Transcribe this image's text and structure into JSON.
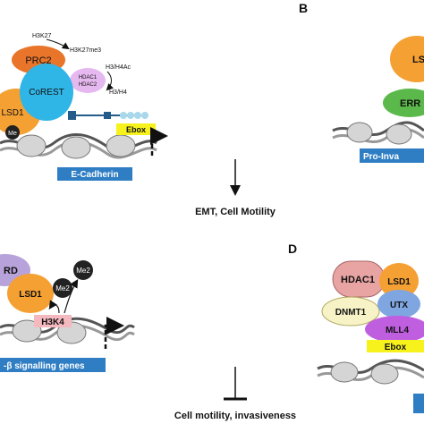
{
  "panel_b": {
    "letter": "B"
  },
  "panel_d": {
    "letter": "D"
  },
  "panel_a": {
    "h3k27": "H3K27",
    "h3k27me3": "H3K27me3",
    "prc2": "PRC2",
    "h3h4ac": "H3/H4Ac",
    "hdac1": "HDAC1",
    "hdac2": "HDAC2",
    "h3h4": "H3/H4",
    "corest": "CoREST",
    "lsd1": "LSD1",
    "me": "Me",
    "ebox": "Ebox",
    "gene": "E-Cadherin"
  },
  "panel_b_content": {
    "lsd": "LS",
    "err": "ERR",
    "pro_inv": "Pro-Inva"
  },
  "panel_c": {
    "rd": "RD",
    "lsd1": "LSD1",
    "me2_top": "Me2",
    "me2_bottom": "Me2",
    "h3k4": "H3K4",
    "genes": "-β signalling genes"
  },
  "panel_d_content": {
    "hdac1": "HDAC1",
    "lsd1": "LSD1",
    "dnmt1": "DNMT1",
    "utx": "UTX",
    "mll4": "MLL4",
    "ebox": "Ebox"
  },
  "outcome_top": "EMT, Cell Motility",
  "outcome_bottom": "Cell motility, invasiveness",
  "colors": {
    "prc2": "#e8752a",
    "corest": "#2fb5e6",
    "lsd1": "#f5a033",
    "hdac": "#e6b8f0",
    "ebox": "#f7f21c",
    "gene_bar": "#2f7ec4",
    "err": "#5bb84a",
    "h3k4": "#f4b8bf",
    "hdac1_d": "#e8a3a3",
    "utx": "#7fa6e0",
    "mll4": "#c05ee0",
    "rd": "#b7a3d9",
    "me": "#222222",
    "nucleosome": "#cfcfcf"
  }
}
